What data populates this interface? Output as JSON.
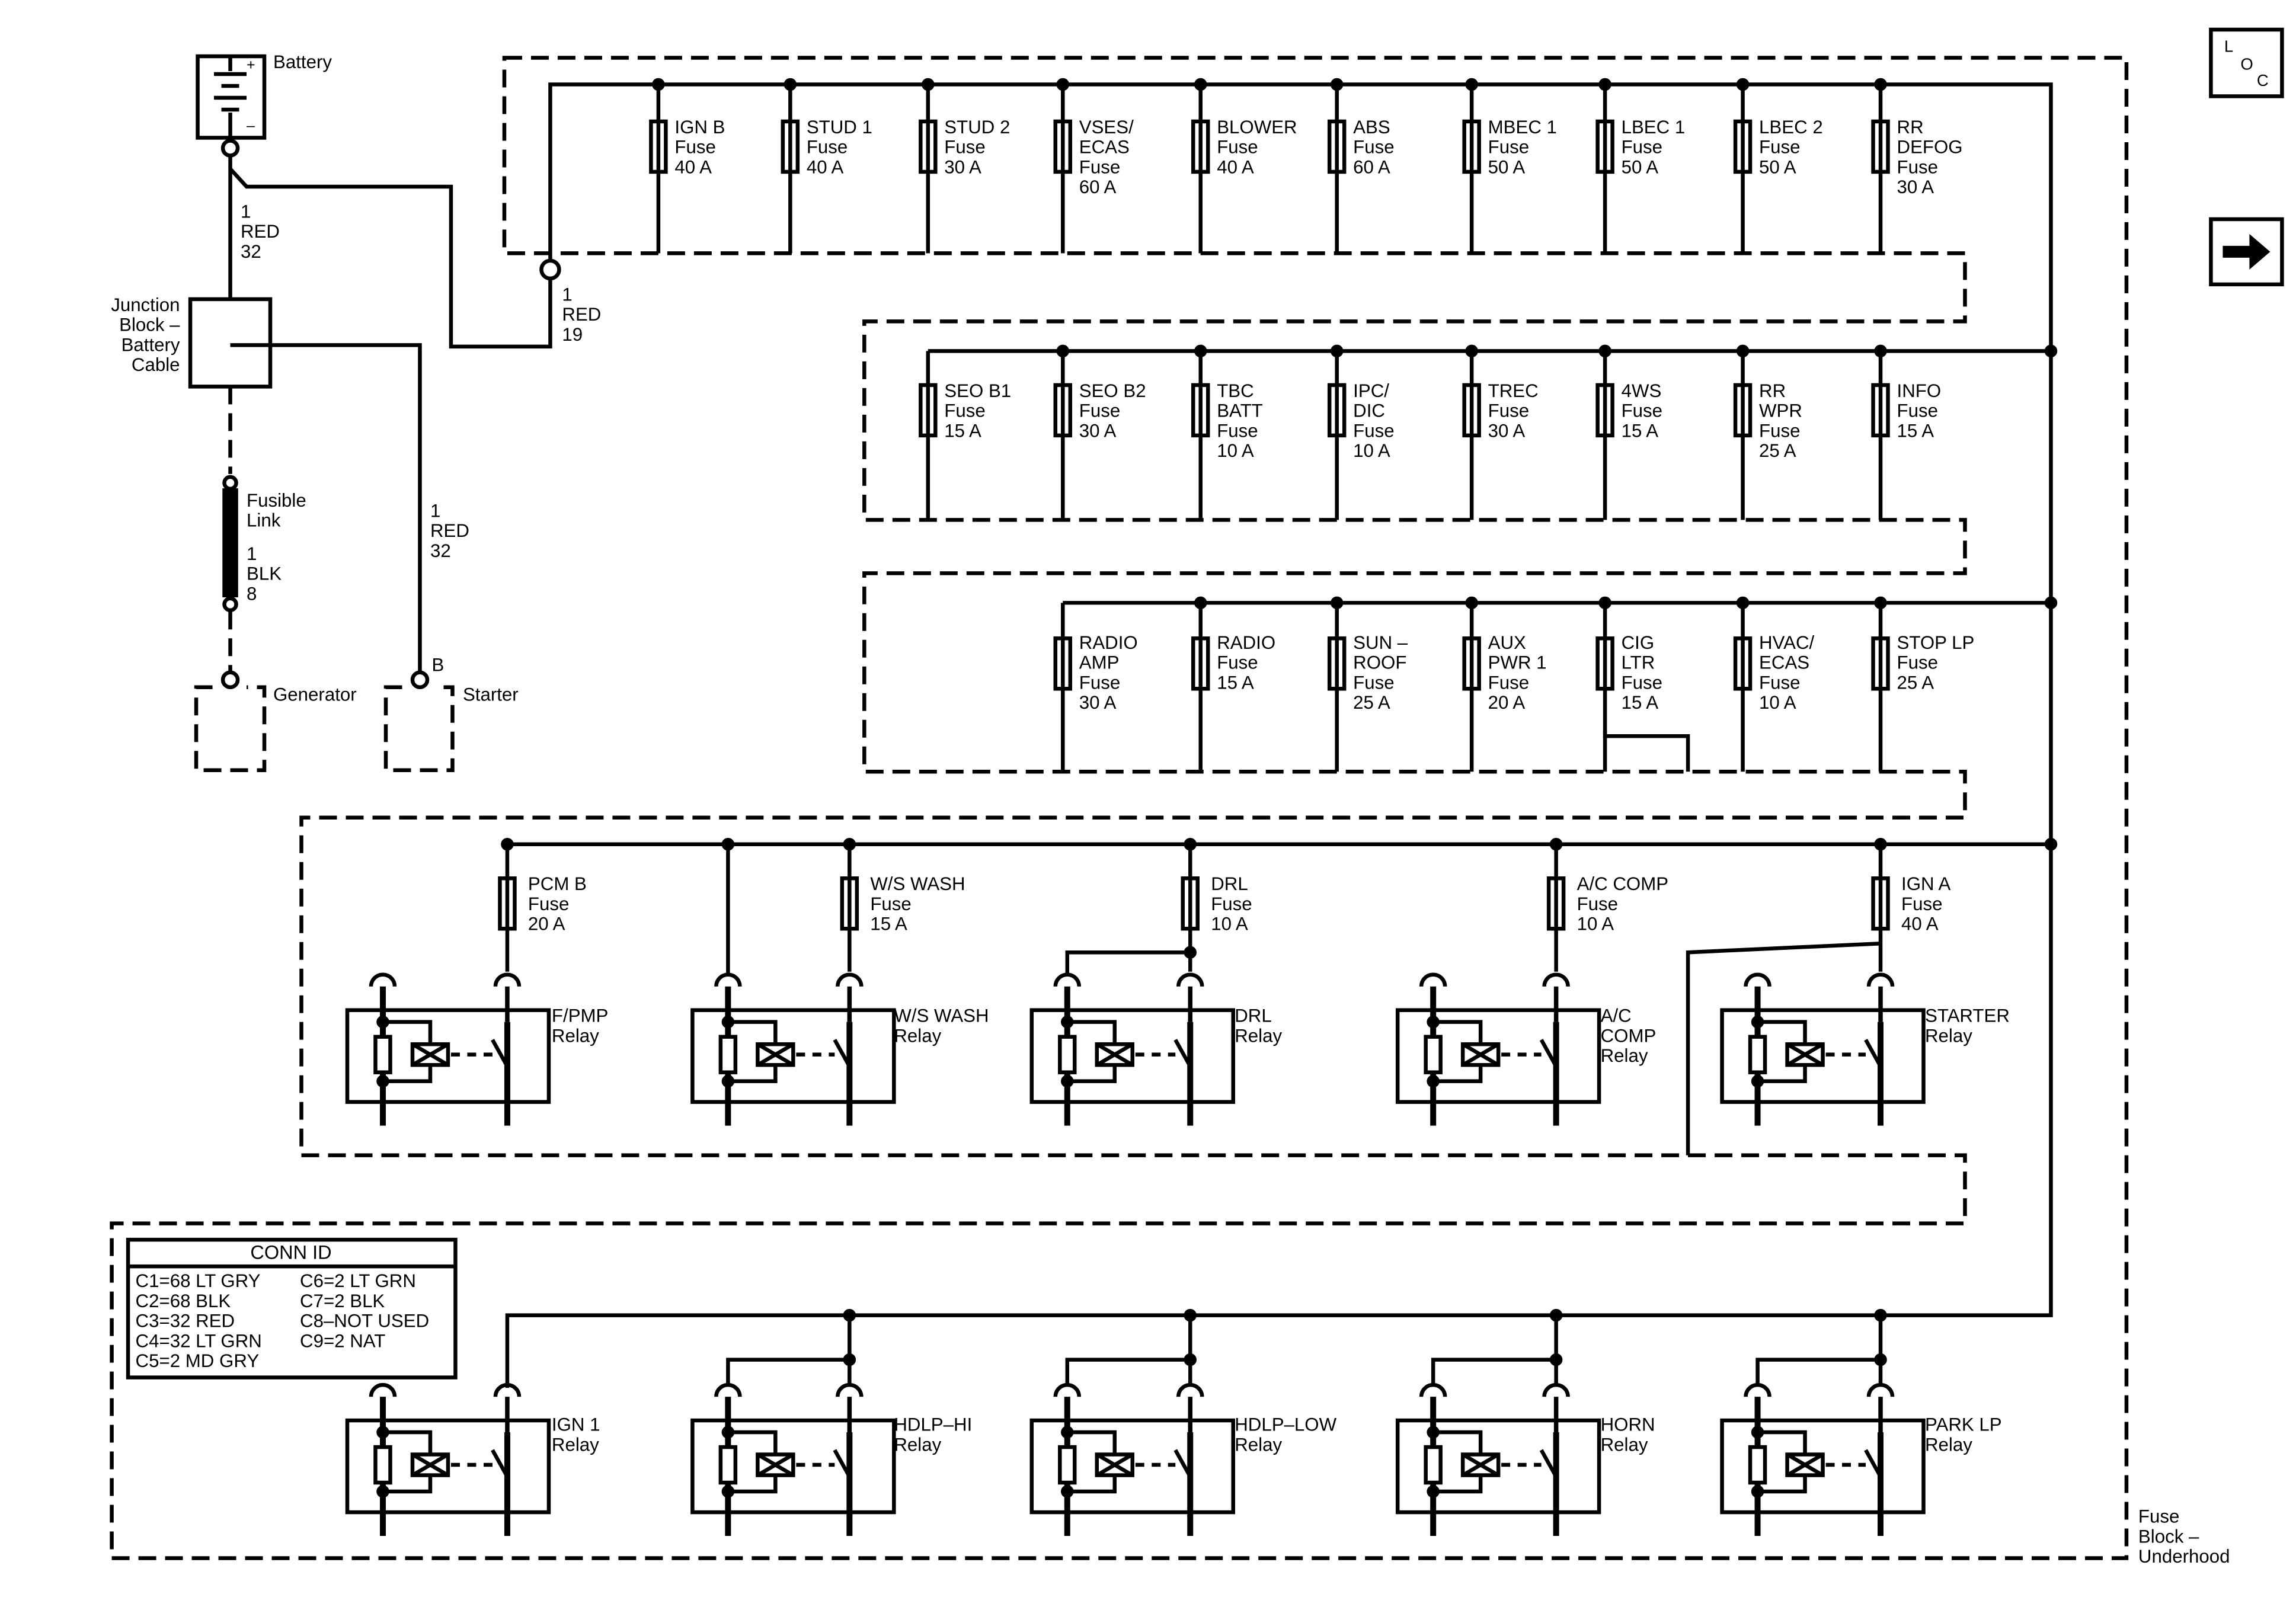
{
  "battery": {
    "label": "Battery",
    "plus": "+",
    "minus": "–"
  },
  "battery_wire": {
    "lines": [
      "1",
      "RED",
      "32"
    ]
  },
  "fuse_block_wire": {
    "lines": [
      "1",
      "RED",
      "19"
    ]
  },
  "junction_block": {
    "lines": [
      "Junction",
      "Block –",
      "Battery",
      "Cable"
    ]
  },
  "fusible_link": {
    "label": [
      "Fusible",
      "Link"
    ],
    "wire": [
      "1",
      "BLK",
      "8"
    ]
  },
  "starter_wire": {
    "lines": [
      "1",
      "RED",
      "32"
    ]
  },
  "generator": {
    "label": "Generator"
  },
  "starter": {
    "label": "Starter",
    "terminal": "B"
  },
  "loc_icon": {
    "letters": [
      "L",
      "O",
      "C"
    ]
  },
  "fuses_row1": [
    {
      "lines": [
        "IGN B",
        "Fuse",
        "40 A"
      ]
    },
    {
      "lines": [
        "STUD 1",
        "Fuse",
        "40 A"
      ]
    },
    {
      "lines": [
        "STUD 2",
        "Fuse",
        "30 A"
      ]
    },
    {
      "lines": [
        "VSES/",
        "ECAS",
        "Fuse",
        "60 A"
      ]
    },
    {
      "lines": [
        "BLOWER",
        "Fuse",
        "40 A"
      ]
    },
    {
      "lines": [
        "ABS",
        "Fuse",
        "60 A"
      ]
    },
    {
      "lines": [
        "MBEC 1",
        "Fuse",
        "50 A"
      ]
    },
    {
      "lines": [
        "LBEC 1",
        "Fuse",
        "50 A"
      ]
    },
    {
      "lines": [
        "LBEC 2",
        "Fuse",
        "50 A"
      ]
    },
    {
      "lines": [
        "RR",
        "DEFOG",
        "Fuse",
        "30 A"
      ]
    }
  ],
  "fuses_row2": [
    {
      "lines": [
        "SEO B1",
        "Fuse",
        "15 A"
      ]
    },
    {
      "lines": [
        "SEO B2",
        "Fuse",
        "30 A"
      ]
    },
    {
      "lines": [
        "TBC",
        "BATT",
        "Fuse",
        "10 A"
      ]
    },
    {
      "lines": [
        "IPC/",
        "DIC",
        "Fuse",
        "10 A"
      ]
    },
    {
      "lines": [
        "TREC",
        "Fuse",
        "30 A"
      ]
    },
    {
      "lines": [
        "4WS",
        "Fuse",
        "15 A"
      ]
    },
    {
      "lines": [
        "RR",
        "WPR",
        "Fuse",
        "25 A"
      ]
    },
    {
      "lines": [
        "INFO",
        "Fuse",
        "15 A"
      ]
    }
  ],
  "fuses_row3": [
    {
      "lines": [
        "RADIO",
        "AMP",
        "Fuse",
        "30 A"
      ]
    },
    {
      "lines": [
        "RADIO",
        "Fuse",
        "15 A"
      ]
    },
    {
      "lines": [
        "SUN –",
        "ROOF",
        "Fuse",
        "25 A"
      ]
    },
    {
      "lines": [
        "AUX",
        "PWR 1",
        "Fuse",
        "20 A"
      ]
    },
    {
      "lines": [
        "CIG",
        "LTR",
        "Fuse",
        "15 A"
      ]
    },
    {
      "lines": [
        "HVAC/",
        "ECAS",
        "Fuse",
        "10 A"
      ]
    },
    {
      "lines": [
        "STOP LP",
        "Fuse",
        "25 A"
      ]
    }
  ],
  "relay_fuses": [
    {
      "lines": [
        "PCM B",
        "Fuse",
        "20 A"
      ]
    },
    {
      "lines": [
        "W/S WASH",
        "Fuse",
        "15 A"
      ]
    },
    {
      "lines": [
        "DRL",
        "Fuse",
        "10 A"
      ]
    },
    {
      "lines": [
        "A/C COMP",
        "Fuse",
        "10 A"
      ]
    },
    {
      "lines": [
        "IGN A",
        "Fuse",
        "40 A"
      ]
    }
  ],
  "relays_row1": [
    {
      "lines": [
        "F/PMP",
        "Relay"
      ]
    },
    {
      "lines": [
        "W/S WASH",
        "Relay"
      ]
    },
    {
      "lines": [
        "DRL",
        "Relay"
      ]
    },
    {
      "lines": [
        "A/C",
        "COMP",
        "Relay"
      ]
    },
    {
      "lines": [
        "STARTER",
        "Relay"
      ]
    }
  ],
  "relays_row2": [
    {
      "lines": [
        "IGN 1",
        "Relay"
      ]
    },
    {
      "lines": [
        "HDLP–HI",
        "Relay"
      ]
    },
    {
      "lines": [
        "HDLP–LOW",
        "Relay"
      ]
    },
    {
      "lines": [
        "HORN",
        "Relay"
      ]
    },
    {
      "lines": [
        "PARK LP",
        "Relay"
      ]
    }
  ],
  "conn_id": {
    "title": "CONN ID",
    "left": [
      "C1=68 LT GRY",
      "C2=68 BLK",
      "C3=32 RED",
      "C4=32 LT GRN",
      "C5=2 MD GRY"
    ],
    "right": [
      "C6=2 LT GRN",
      "C7=2 BLK",
      "C8–NOT USED",
      "C9=2 NAT"
    ]
  },
  "fuse_block": {
    "lines": [
      "Fuse",
      "Block –",
      "Underhood"
    ]
  }
}
